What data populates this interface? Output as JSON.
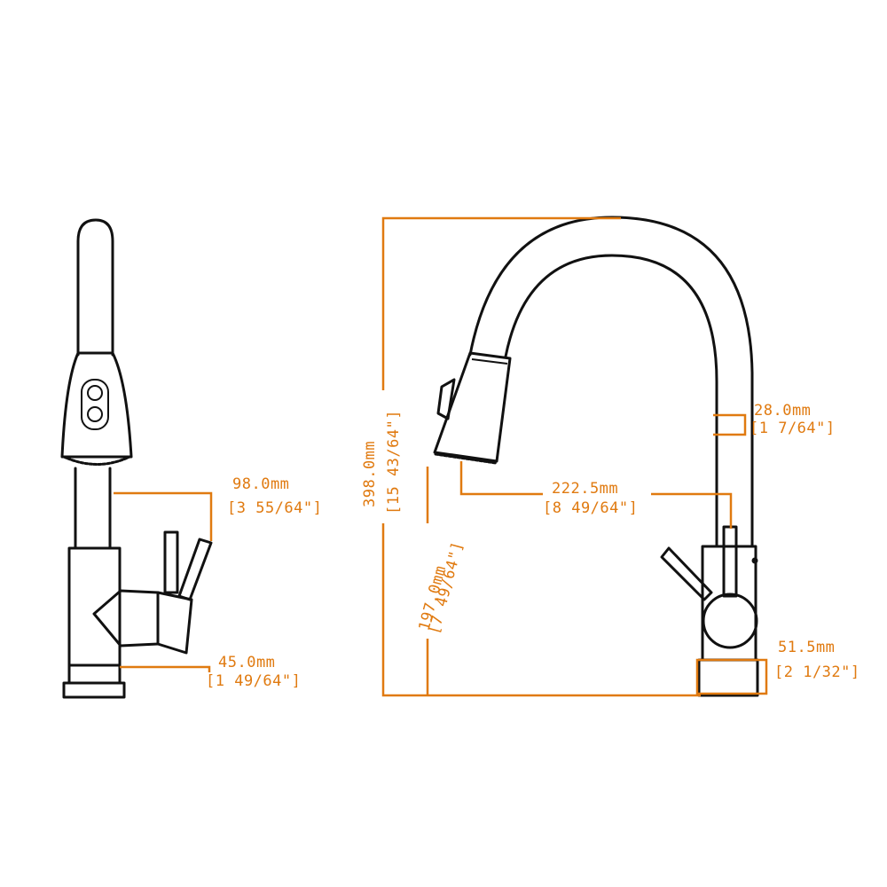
{
  "dimensions": {
    "side_width_mm": "98.0mm",
    "side_width_in": "[3 55/64\"]",
    "side_base_mm": "45.0mm",
    "side_base_in": "[1 49/64\"]",
    "height_total_mm": "398.0mm",
    "height_total_in": "[15 43/64\"]",
    "height_spout_mm": "197.0mm",
    "height_spout_in": "[7 49/64\"]",
    "reach_mm": "222.5mm",
    "reach_in": "[8 49/64\"]",
    "body_dia_mm": "28.0mm",
    "body_dia_in": "[1 7/64\"]",
    "base_dia_mm": "51.5mm",
    "base_dia_in": "[2 1/32\"]"
  },
  "colors": {
    "dimension": "#e07a10",
    "outline": "#111111"
  }
}
